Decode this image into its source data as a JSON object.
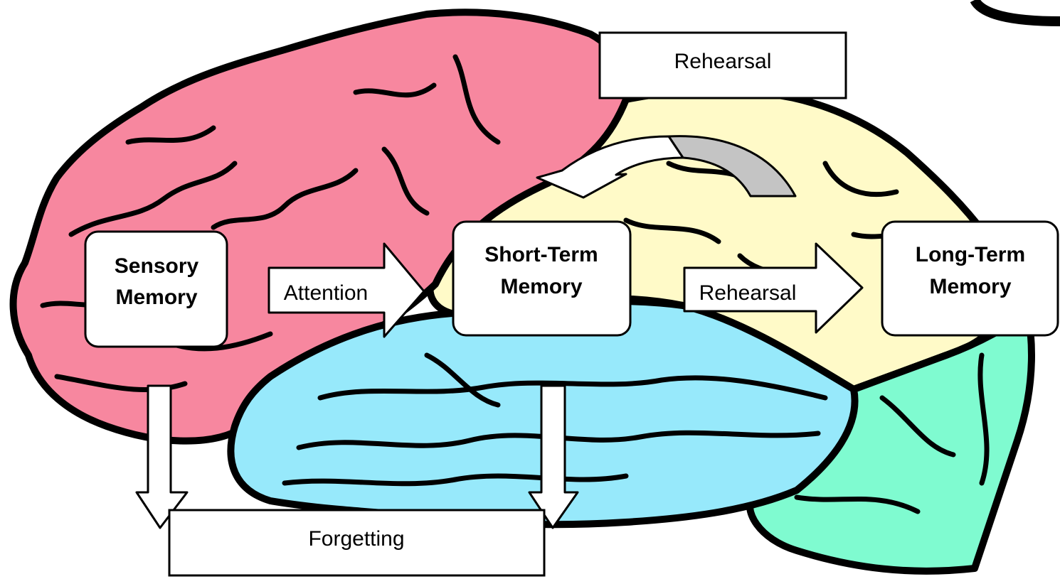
{
  "diagram": {
    "nodes": {
      "sensory": {
        "line1": "Sensory",
        "line2": "Memory"
      },
      "short_term": {
        "line1": "Short-Term",
        "line2": "Memory"
      },
      "long_term": {
        "line1": "Long-Term",
        "line2": "Memory"
      }
    },
    "labels": {
      "rehearsal_top": "Rehearsal",
      "attention": "Attention",
      "rehearsal_mid": "Rehearsal",
      "forgetting": "Forgetting"
    },
    "colors": {
      "frontal_lobe": "#f7879f",
      "parietal_lobe": "#fffac8",
      "temporal_lobe": "#97e9fb",
      "occipital_lobe": "#7ffbd0",
      "outline": "#000000",
      "box_fill": "#ffffff",
      "curved_arrow_shade": "#c4c4c4"
    }
  }
}
